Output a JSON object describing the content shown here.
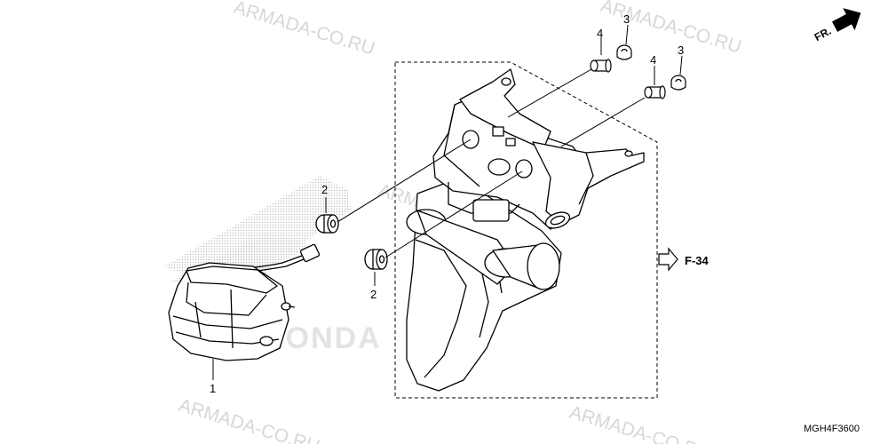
{
  "diagram": {
    "watermark": "ARMADA-CO.RU",
    "brand_watermark": "HONDA",
    "direction_label": "FR.",
    "reference": "F-34",
    "drawing_code": "MGH4F3600",
    "callouts": {
      "c1": "1",
      "c2a": "2",
      "c2b": "2",
      "c3a": "3",
      "c3b": "3",
      "c4a": "4",
      "c4b": "4"
    }
  }
}
